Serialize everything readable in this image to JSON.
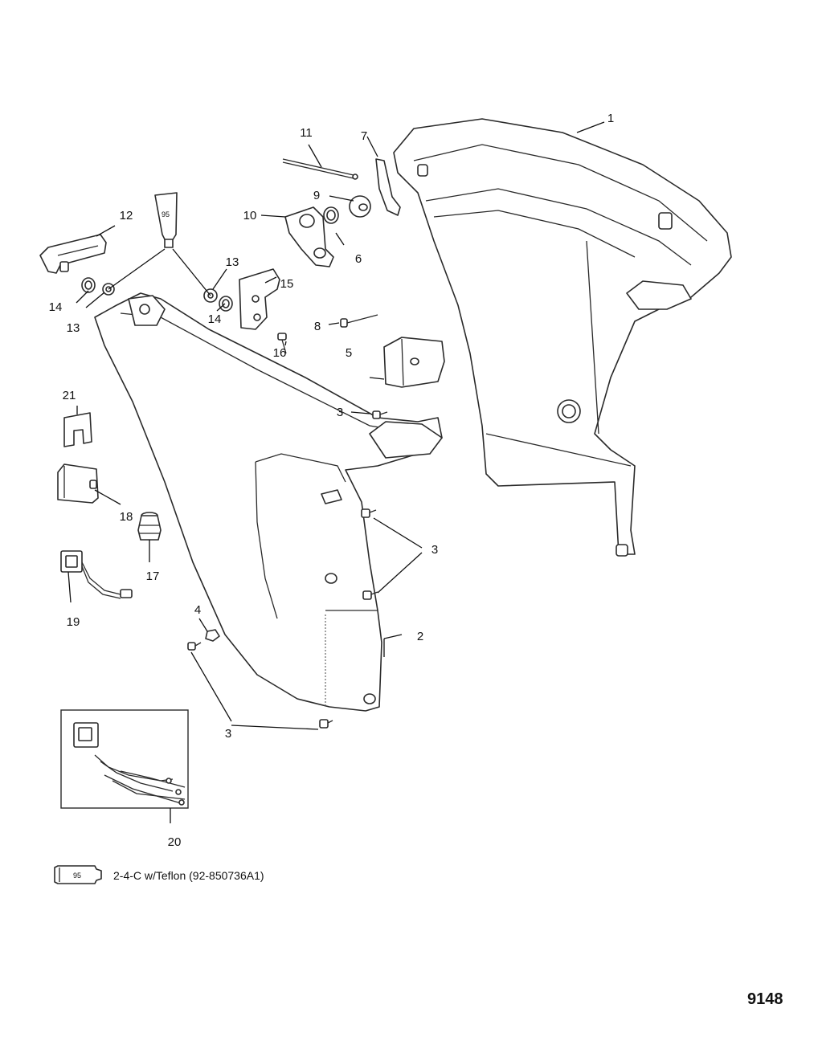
{
  "callouts": {
    "c1": "1",
    "c2": "2",
    "c3a": "3",
    "c3b": "3",
    "c3c": "3",
    "c4": "4",
    "c5": "5",
    "c6": "6",
    "c7": "7",
    "c8": "8",
    "c9": "9",
    "c10": "10",
    "c11": "11",
    "c12": "12",
    "c13a": "13",
    "c13b": "13",
    "c14a": "14",
    "c14b": "14",
    "c15": "15",
    "c16": "16",
    "c17": "17",
    "c18": "18",
    "c19": "19",
    "c20": "20",
    "c21": "21"
  },
  "tube_label": "95",
  "legend": {
    "tube_label": "95",
    "text": "2-4-C w/Teflon (92-850736A1)"
  },
  "figure_number": "9148"
}
